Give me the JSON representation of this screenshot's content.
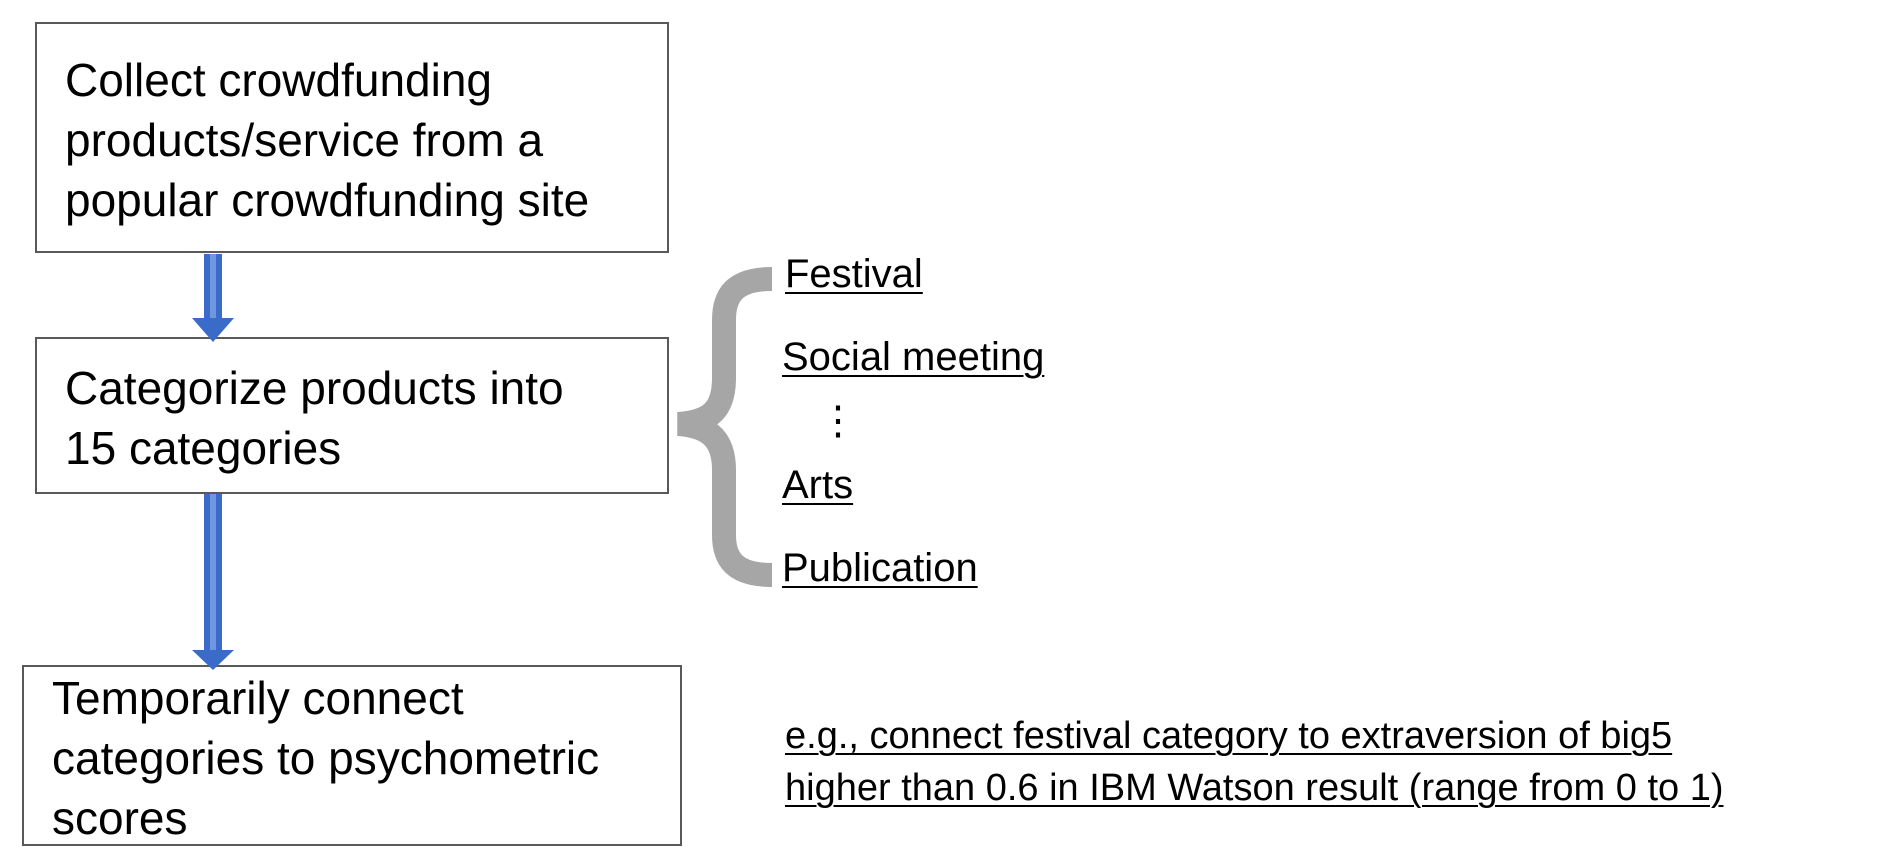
{
  "steps": [
    {
      "lines": [
        "Collect crowdfunding",
        "products/service from a",
        "popular crowdfunding site"
      ]
    },
    {
      "lines": [
        "Categorize products into",
        "15 categories"
      ]
    },
    {
      "lines": [
        "Temporarily connect",
        "categories to psychometric",
        "scores"
      ]
    }
  ],
  "categories": {
    "items": [
      "Festival",
      "Social meeting",
      "Arts",
      "Publication"
    ],
    "ellipsis": "⋮"
  },
  "note": {
    "lines": [
      "e.g., connect festival category to extraversion of big5",
      "higher than 0.6 in IBM Watson result (range from 0 to 1)"
    ]
  },
  "colors": {
    "arrow": "#3a6bc9",
    "brace": "#a6a6a6",
    "box_border": "#595959"
  }
}
